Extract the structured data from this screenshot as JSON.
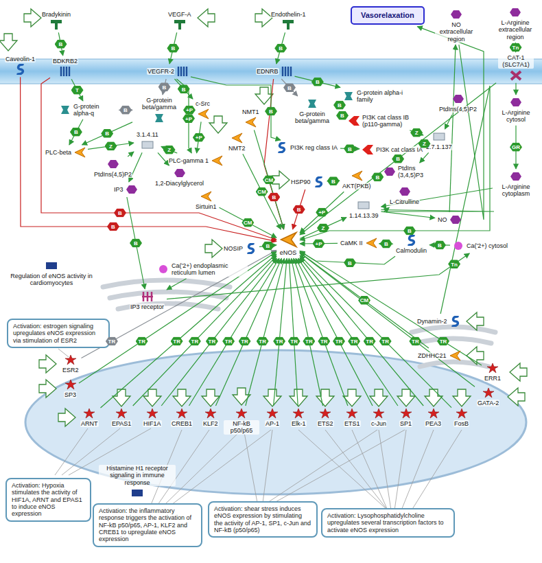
{
  "diagram": {
    "nodes": [
      {
        "text": [
          "Vasorelaxation"
        ]
      },
      {
        "text": [
          "Bradykinin"
        ]
      },
      {
        "text": [
          "VEGF-A"
        ]
      },
      {
        "text": [
          "Endothelin-1"
        ]
      },
      {
        "text": [
          "NO extracellular region"
        ]
      },
      {
        "text": [
          "L-Arginine extracellular region"
        ]
      },
      {
        "text": [
          "Caveolin-1"
        ]
      },
      {
        "text": [
          "BDKRB2"
        ]
      },
      {
        "text": [
          "VEGFR-2"
        ]
      },
      {
        "text": [
          "EDNRB"
        ]
      },
      {
        "text": [
          "CAT-1 (SLC7A1)"
        ]
      },
      {
        "text": [
          "G-protein alpha-i family"
        ]
      },
      {
        "text": [
          "G-protein alpha-q"
        ]
      },
      {
        "text": [
          "G-protein beta/gamma"
        ]
      },
      {
        "text": [
          "c-Src"
        ]
      },
      {
        "text": [
          "NMT1"
        ]
      },
      {
        "text": [
          "G-protein beta/gamma"
        ]
      },
      {
        "text": [
          "PI3K cat class IB (p110-gamma)"
        ]
      },
      {
        "text": [
          "PtdIns(4,5)P2"
        ]
      },
      {
        "text": [
          "L-Arginine cytosol"
        ]
      },
      {
        "text": [
          "PLC-beta"
        ]
      },
      {
        "text": [
          "3.1.4.11"
        ]
      },
      {
        "text": [
          "PLC-gamma 1"
        ]
      },
      {
        "text": [
          "NMT2"
        ]
      },
      {
        "text": [
          "PI3K reg class IA"
        ]
      },
      {
        "text": [
          "PI3K cat class IA"
        ]
      },
      {
        "text": [
          "2.7.1.137"
        ]
      },
      {
        "text": [
          "PtdIns(4,5)P2"
        ]
      },
      {
        "text": [
          "1,2-Diacylglycerol"
        ]
      },
      {
        "text": [
          "IP3"
        ]
      },
      {
        "text": [
          "Sirtuin1"
        ]
      },
      {
        "text": [
          "HSP90"
        ]
      },
      {
        "text": [
          "AKT(PKB)"
        ]
      },
      {
        "text": [
          "PtdIns (3,4,5)P3"
        ]
      },
      {
        "text": [
          "L-Arginine cytoplasm"
        ]
      },
      {
        "text": [
          "L-Citrulline"
        ]
      },
      {
        "text": [
          "1.14.13.39"
        ]
      },
      {
        "text": [
          "NO"
        ]
      },
      {
        "text": [
          "NOSIP"
        ]
      },
      {
        "text": [
          "eNOS"
        ]
      },
      {
        "text": [
          "CaMK II"
        ]
      },
      {
        "text": [
          "Calmodulin"
        ]
      },
      {
        "text": [
          "Ca('2+) cytosol"
        ]
      },
      {
        "text": [
          "Regulation of eNOS activity in cardiomyocytes"
        ]
      },
      {
        "text": [
          "Ca('2+) endoplasmic reticulum lumen"
        ]
      },
      {
        "text": [
          "IP3 receptor"
        ]
      },
      {
        "text": [
          "Dynamin-2"
        ]
      },
      {
        "text": [
          "ZDHHC21"
        ]
      },
      {
        "text": [
          "Activation: estrogen signaling upregulates eNOS expression via stimulation of ESR2"
        ]
      },
      {
        "text": [
          "ESR2"
        ]
      },
      {
        "text": [
          "SP3"
        ]
      },
      {
        "text": [
          "ERR1"
        ]
      },
      {
        "text": [
          "GATA-2"
        ]
      },
      {
        "text": [
          "ARNT"
        ]
      },
      {
        "text": [
          "EPAS1"
        ]
      },
      {
        "text": [
          "HIF1A"
        ]
      },
      {
        "text": [
          "CREB1"
        ]
      },
      {
        "text": [
          "KLF2"
        ]
      },
      {
        "text": [
          "NF-kB p50/p65"
        ]
      },
      {
        "text": [
          "AP-1"
        ]
      },
      {
        "text": [
          "Elk-1"
        ]
      },
      {
        "text": [
          "ETS2"
        ]
      },
      {
        "text": [
          "ETS1"
        ]
      },
      {
        "text": [
          "c-Jun"
        ]
      },
      {
        "text": [
          "SP1"
        ]
      },
      {
        "text": [
          "PEA3"
        ]
      },
      {
        "text": [
          "FosB"
        ]
      },
      {
        "text": [
          "Activation: Hypoxia stimulates the activity of HIF1A, ARNT and EPAS1 to induce eNOS expression"
        ]
      },
      {
        "text": [
          "Histamine H1 receptor signaling in immune response"
        ]
      },
      {
        "text": [
          "Activation: the inflammatory response triggers the activation of NF-kB p50/p65, AP-1, KLF2 and CREB1 to upregulate eNOS expression"
        ]
      },
      {
        "text": [
          "Activation: shear stress induces eNOS expression by stimulating the activity of AP-1, SP1, c-Jun and NF-kB (p50/p65)"
        ]
      },
      {
        "text": [
          "Activation: Lysophosphatidylcholine upregulates several transcription factors to activate eNOS expression"
        ]
      }
    ],
    "edges": [
      {
        "from": 1,
        "to": 7,
        "label": "B",
        "arrow": "to"
      },
      {
        "from": 2,
        "to": 8,
        "label": "B",
        "arrow": "to"
      },
      {
        "from": 3,
        "to": 9,
        "label": "B",
        "arrow": "to"
      },
      {
        "from": 6,
        "to": 39,
        "label": "B",
        "arrow": "to"
      },
      {
        "from": 7,
        "to": 39,
        "label": "B",
        "arrow": "to"
      },
      {
        "from": 9,
        "to": 39,
        "label": "B",
        "arrow": "to"
      },
      {
        "from": 7,
        "to": 12,
        "label": "T",
        "arrow": "to"
      },
      {
        "from": 12,
        "to": 13,
        "label": "B",
        "arrow": "to"
      },
      {
        "from": 12,
        "to": 20,
        "label": "B",
        "arrow": "to"
      },
      {
        "from": 13,
        "to": 20,
        "label": "B",
        "arrow": "to"
      },
      {
        "from": 8,
        "to": 13,
        "label": "B",
        "arrow": "to"
      },
      {
        "from": 8,
        "to": 14,
        "label": "B",
        "arrow": "to"
      },
      {
        "from": 13,
        "to": 14,
        "label": "+P",
        "arrow": "to"
      },
      {
        "from": 14,
        "to": 22,
        "label": "+P",
        "arrow": "to"
      },
      {
        "from": 8,
        "to": 22,
        "label": "+P",
        "arrow": "to"
      },
      {
        "from": 20,
        "to": 21,
        "label": "Z",
        "arrow": "to"
      },
      {
        "from": 22,
        "to": 21,
        "label": "Z",
        "arrow": "to"
      },
      {
        "from": 27,
        "to": 21,
        "arrow": "to"
      },
      {
        "from": 21,
        "to": 28,
        "arrow": "to"
      },
      {
        "from": 21,
        "to": 29,
        "arrow": "to"
      },
      {
        "from": 29,
        "to": 45,
        "label": "B",
        "arrow": "to"
      },
      {
        "from": 45,
        "to": 42,
        "label": "Tn",
        "arrow": "to"
      },
      {
        "from": 44,
        "to": 45,
        "arrow": "to"
      },
      {
        "from": 42,
        "to": 41,
        "label": "B",
        "arrow": "to"
      },
      {
        "from": 41,
        "to": 40,
        "label": "B",
        "arrow": "to"
      },
      {
        "from": 40,
        "to": 39,
        "label": "+P",
        "arrow": "to"
      },
      {
        "from": 41,
        "to": 39,
        "label": "B",
        "arrow": "to"
      },
      {
        "from": 15,
        "to": 39,
        "label": "CM",
        "arrow": "to"
      },
      {
        "from": 23,
        "to": 39,
        "label": "CM",
        "arrow": "to"
      },
      {
        "from": 30,
        "to": 39,
        "label": "CM",
        "arrow": "to"
      },
      {
        "from": 38,
        "to": 39,
        "label": "B",
        "arrow": "to"
      },
      {
        "from": 31,
        "to": 39,
        "label": "B",
        "arrow": "to"
      },
      {
        "from": 31,
        "to": 32,
        "label": "B",
        "arrow": "to"
      },
      {
        "from": 32,
        "to": 39,
        "label": "+P",
        "arrow": "to"
      },
      {
        "from": 9,
        "to": 11,
        "label": "B",
        "arrow": "to"
      },
      {
        "from": 11,
        "to": 16,
        "label": "B",
        "arrow": "to"
      },
      {
        "from": 9,
        "to": 16,
        "label": "B",
        "arrow": "to"
      },
      {
        "from": 16,
        "to": 17,
        "label": "B",
        "arrow": "to"
      },
      {
        "from": 8,
        "to": 24,
        "label": "B",
        "arrow": "to"
      },
      {
        "from": 24,
        "to": 25,
        "label": "B",
        "arrow": "to"
      },
      {
        "from": 17,
        "to": 26,
        "label": "Z",
        "arrow": "to"
      },
      {
        "from": 25,
        "to": 26,
        "label": "Z",
        "arrow": "to"
      },
      {
        "from": 18,
        "to": 26,
        "arrow": "to"
      },
      {
        "from": 26,
        "to": 33,
        "arrow": "to"
      },
      {
        "from": 33,
        "to": 32,
        "label": "B",
        "arrow": "to"
      },
      {
        "from": 39,
        "to": 36,
        "label": "Z",
        "arrow": "to"
      },
      {
        "from": 34,
        "to": 36,
        "arrow": "to"
      },
      {
        "from": 36,
        "to": 35,
        "arrow": "to"
      },
      {
        "from": 36,
        "to": 37,
        "arrow": "to"
      },
      {
        "from": 37,
        "to": 4,
        "arrow": "to"
      },
      {
        "from": 4,
        "to": 0,
        "arrow": "to"
      },
      {
        "from": 5,
        "to": 10,
        "label": "Tn",
        "arrow": "to"
      },
      {
        "from": 10,
        "to": 19,
        "arrow": "to"
      },
      {
        "from": 19,
        "to": 34,
        "label": "GR",
        "arrow": "to"
      },
      {
        "from": 10,
        "to": 39,
        "label": "B",
        "arrow": "to"
      },
      {
        "from": 46,
        "to": 39,
        "label": "B",
        "arrow": "to"
      },
      {
        "from": 47,
        "to": 39,
        "label": "CM",
        "arrow": "to"
      },
      {
        "from": 49,
        "to": 39,
        "label": "TR",
        "arrow": "to"
      },
      {
        "from": 50,
        "to": 39,
        "label": "TR",
        "arrow": "to"
      },
      {
        "from": 51,
        "to": 39,
        "label": "TR",
        "arrow": "to"
      },
      {
        "from": 52,
        "to": 39,
        "label": "TR",
        "arrow": "to"
      },
      {
        "from": 53,
        "to": 39,
        "label": "TR",
        "arrow": "to"
      },
      {
        "from": 54,
        "to": 39,
        "label": "TR",
        "arrow": "to"
      },
      {
        "from": 55,
        "to": 39,
        "label": "TR",
        "arrow": "to"
      },
      {
        "from": 56,
        "to": 39,
        "label": "TR",
        "arrow": "to"
      },
      {
        "from": 57,
        "to": 39,
        "label": "TR",
        "arrow": "to"
      },
      {
        "from": 58,
        "to": 39,
        "label": "TR",
        "arrow": "to"
      },
      {
        "from": 59,
        "to": 39,
        "label": "TR",
        "arrow": "to"
      },
      {
        "from": 60,
        "to": 39,
        "label": "TR",
        "arrow": "to"
      },
      {
        "from": 61,
        "to": 39,
        "label": "TR",
        "arrow": "to"
      },
      {
        "from": 62,
        "to": 39,
        "label": "TR",
        "arrow": "to"
      },
      {
        "from": 63,
        "to": 39,
        "label": "TR",
        "arrow": "to"
      },
      {
        "from": 64,
        "to": 39,
        "label": "TR",
        "arrow": "to"
      },
      {
        "from": 65,
        "to": 39,
        "label": "TR",
        "arrow": "to"
      },
      {
        "from": 66,
        "to": 39,
        "label": "TR",
        "arrow": "to"
      }
    ]
  }
}
